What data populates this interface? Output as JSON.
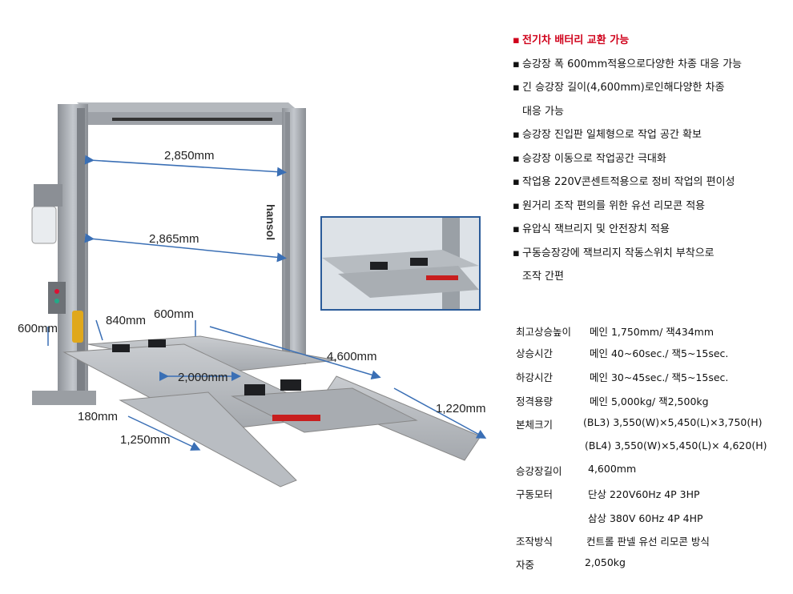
{
  "dimensions": {
    "top_span": "2,850mm",
    "inner_span": "2,865mm",
    "left_side": "600mm",
    "front_span": "840mm",
    "front_span2": "600mm",
    "platform_length": "4,600mm",
    "platform_gap": "2,000mm",
    "ramp_length": "1,220mm",
    "base_height": "180mm",
    "front_width": "1,250mm"
  },
  "brand_text": "hansol",
  "features": [
    {
      "text": "전기차 배터리 교환 가능",
      "highlight": true
    },
    {
      "text": "승강장 폭 600mm적용으로다양한 차종 대응 가능"
    },
    {
      "text": "긴 승강장 길이(4,600mm)로인해다양한 차종",
      "cont": "대응 가능"
    },
    {
      "text": "승강장 진입판 일체형으로 작업 공간 확보"
    },
    {
      "text": "승강장 이동으로 작업공간 극대화"
    },
    {
      "text": "작업용 220V콘센트적용으로 정비 작업의 편이성"
    },
    {
      "text": "원거리 조작 편의를 위한 유선 리모콘 적용"
    },
    {
      "text": "유압식 잭브리지 및 안전장치 적용"
    },
    {
      "text": "구동승장강에 잭브리지 작동스위치 부착으로",
      "cont": "조작 간편"
    }
  ],
  "specs": [
    {
      "key": "최고상승높이",
      "value": "메인 1,750mm/ 잭434mm"
    },
    {
      "key": "상승시간",
      "value": "메인 40~60sec./ 잭5~15sec."
    },
    {
      "key": "하강시간",
      "value": "메인 30~45sec./ 잭5~15sec."
    },
    {
      "key": "정격용량",
      "value": "메인 5,000kg/ 잭2,500kg"
    },
    {
      "key": "본체크기",
      "value": "(BL3)  3,550(W)×5,450(L)×3,750(H)"
    },
    {
      "key": "",
      "value": "(BL4) 3,550(W)×5,450(L)× 4,620(H)"
    },
    {
      "key": "승강장길이",
      "value": "4,600mm"
    },
    {
      "key": "구동모터",
      "value": "단상  220V60Hz 4P 3HP"
    },
    {
      "key": "",
      "value": "삼상  380V 60Hz 4P 4HP"
    },
    {
      "key": "조작방식",
      "value": "컨트롤 판넬 유선 리모콘 방식"
    },
    {
      "key": "자중",
      "value": "2,050kg"
    }
  ],
  "colors": {
    "accent_red": "#d0021b",
    "steel": "#a9adb3",
    "dim_line": "#3a6fb5",
    "inset_border": "#2b5b99"
  }
}
